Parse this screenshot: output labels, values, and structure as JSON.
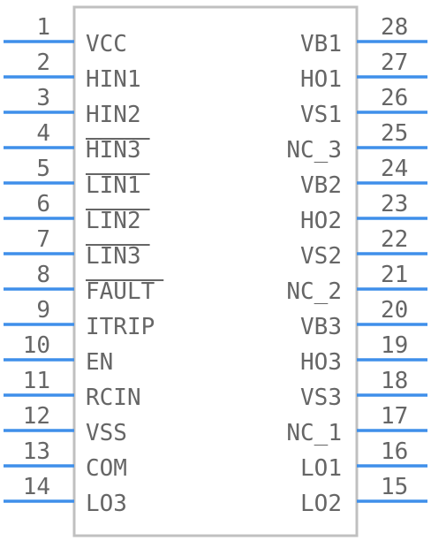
{
  "component": {
    "left_pins": [
      {
        "number": "1",
        "name": "VCC",
        "active_low": false
      },
      {
        "number": "2",
        "name": "HIN1",
        "active_low": false
      },
      {
        "number": "3",
        "name": "HIN2",
        "active_low": false
      },
      {
        "number": "4",
        "name": "HIN3",
        "active_low": true
      },
      {
        "number": "5",
        "name": "LIN1",
        "active_low": true
      },
      {
        "number": "6",
        "name": "LIN2",
        "active_low": true
      },
      {
        "number": "7",
        "name": "LIN3",
        "active_low": true
      },
      {
        "number": "8",
        "name": "FAULT",
        "active_low": true
      },
      {
        "number": "9",
        "name": "ITRIP",
        "active_low": false
      },
      {
        "number": "10",
        "name": "EN",
        "active_low": false
      },
      {
        "number": "11",
        "name": "RCIN",
        "active_low": false
      },
      {
        "number": "12",
        "name": "VSS",
        "active_low": false
      },
      {
        "number": "13",
        "name": "COM",
        "active_low": false
      },
      {
        "number": "14",
        "name": "LO3",
        "active_low": false
      }
    ],
    "right_pins": [
      {
        "number": "28",
        "name": "VB1",
        "active_low": false
      },
      {
        "number": "27",
        "name": "HO1",
        "active_low": false
      },
      {
        "number": "26",
        "name": "VS1",
        "active_low": false
      },
      {
        "number": "25",
        "name": "NC_3",
        "active_low": false
      },
      {
        "number": "24",
        "name": "VB2",
        "active_low": false
      },
      {
        "number": "23",
        "name": "HO2",
        "active_low": false
      },
      {
        "number": "22",
        "name": "VS2",
        "active_low": false
      },
      {
        "number": "21",
        "name": "NC_2",
        "active_low": false
      },
      {
        "number": "20",
        "name": "VB3",
        "active_low": false
      },
      {
        "number": "19",
        "name": "HO3",
        "active_low": false
      },
      {
        "number": "18",
        "name": "VS3",
        "active_low": false
      },
      {
        "number": "17",
        "name": "NC_1",
        "active_low": false
      },
      {
        "number": "16",
        "name": "LO1",
        "active_low": false
      },
      {
        "number": "15",
        "name": "LO2",
        "active_low": false
      }
    ],
    "colors": {
      "pin_line": "#3f8fea",
      "text": "#666666",
      "body_outline": "#c0c0c0"
    }
  }
}
